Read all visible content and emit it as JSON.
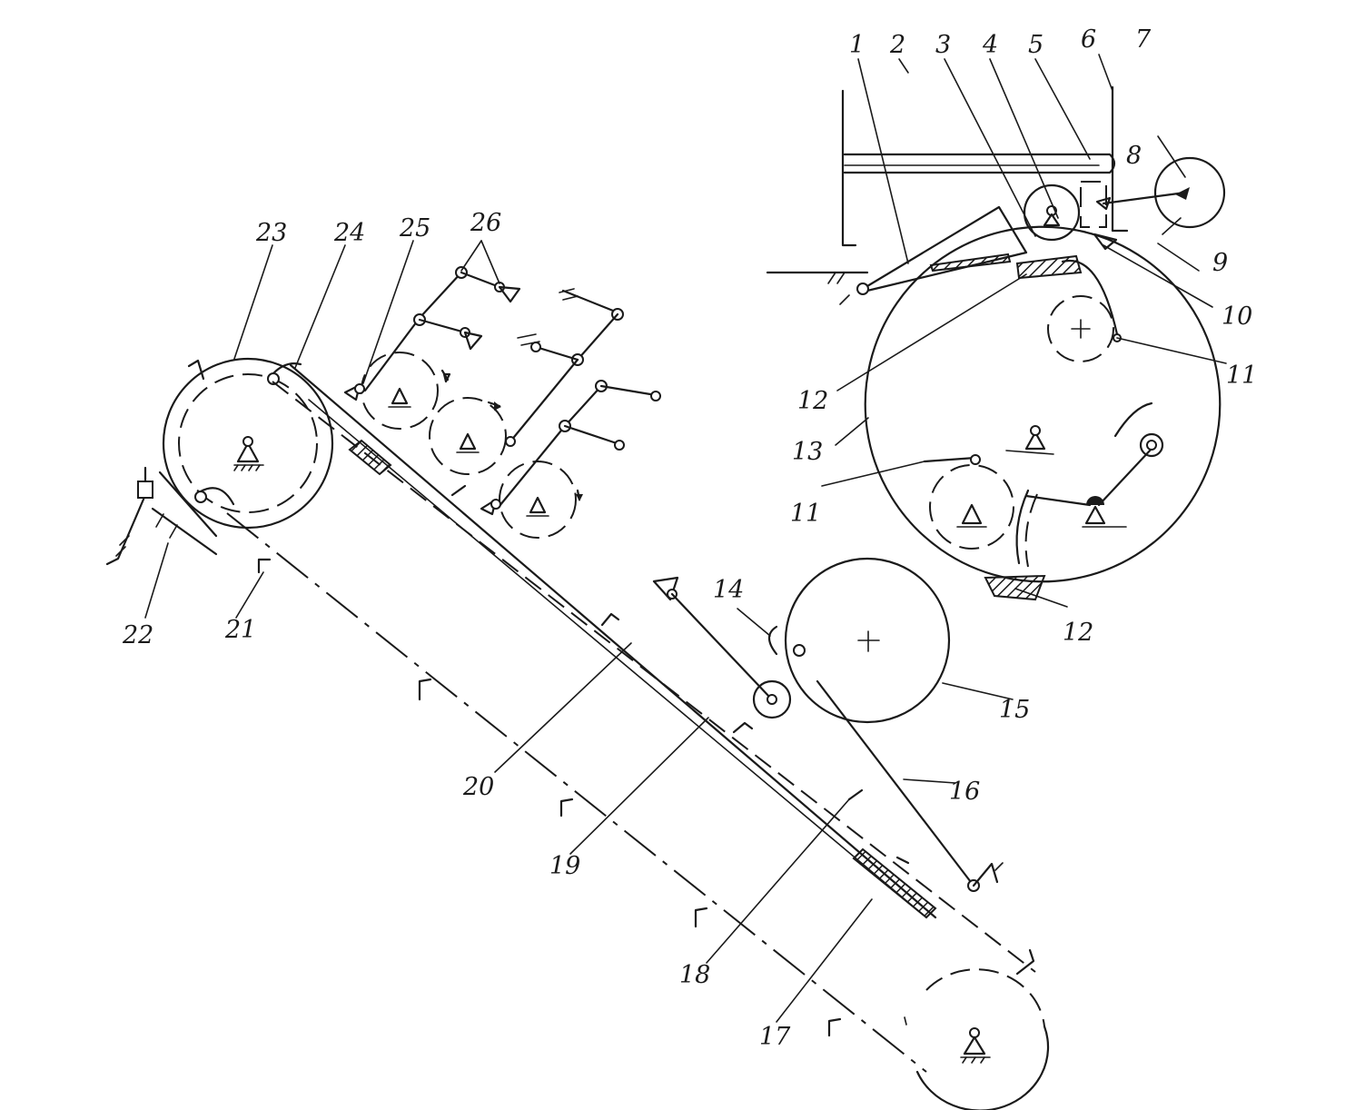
{
  "diagram": {
    "labels": {
      "l1": "1",
      "l2": "2",
      "l3": "3",
      "l4": "4",
      "l5": "5",
      "l6": "6",
      "l7": "7",
      "l8": "8",
      "l9": "9",
      "l10": "10",
      "l11a": "11",
      "l11b": "11",
      "l12a": "12",
      "l12b": "12",
      "l13": "13",
      "l14": "14",
      "l15": "15",
      "l16": "16",
      "l17": "17",
      "l18": "18",
      "l19": "19",
      "l20": "20",
      "l21": "21",
      "l22": "22",
      "l23": "23",
      "l24": "24",
      "l25": "25",
      "l26": "26"
    },
    "colors": {
      "ink": "#1a1a1a",
      "paper": "#ffffff"
    }
  }
}
